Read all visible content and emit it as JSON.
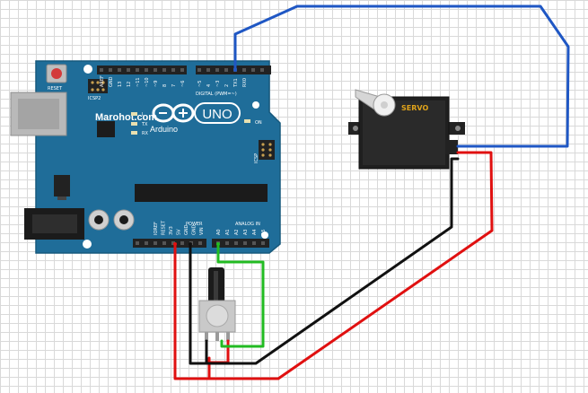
{
  "watermark": "Marohot.com",
  "board": {
    "reset_label": "RESET",
    "icsp2_label": "ICSP2",
    "icsp_label": "ICSP",
    "brand_logo": "UNO",
    "brand_name": "Arduino",
    "on_label": "ON",
    "l_label": "L",
    "tx_label": "TX",
    "rx_label": "RX",
    "digital_label": "DIGITAL (PWM=~)",
    "power_label": "POWER",
    "analog_label": "ANALOG IN",
    "top_pins": [
      "AREF",
      "GND",
      "13",
      "12",
      "~11",
      "~10",
      "~9",
      "8",
      "7",
      "~6",
      "~5",
      "4",
      "~3",
      "2",
      "TX1",
      "RX0"
    ],
    "power_pins": [
      "IOREF",
      "RESET",
      "3V3",
      "5V",
      "GND",
      "GND",
      "VIN"
    ],
    "analog_pins": [
      "A0",
      "A1",
      "A2",
      "A3",
      "A4",
      "A5"
    ]
  },
  "servo": {
    "label": "SERVO"
  },
  "colors": {
    "board": "#1f6d99",
    "wire_blue": "#1f57c4",
    "wire_red": "#e01010",
    "wire_black": "#111111",
    "wire_green": "#22bb22"
  }
}
